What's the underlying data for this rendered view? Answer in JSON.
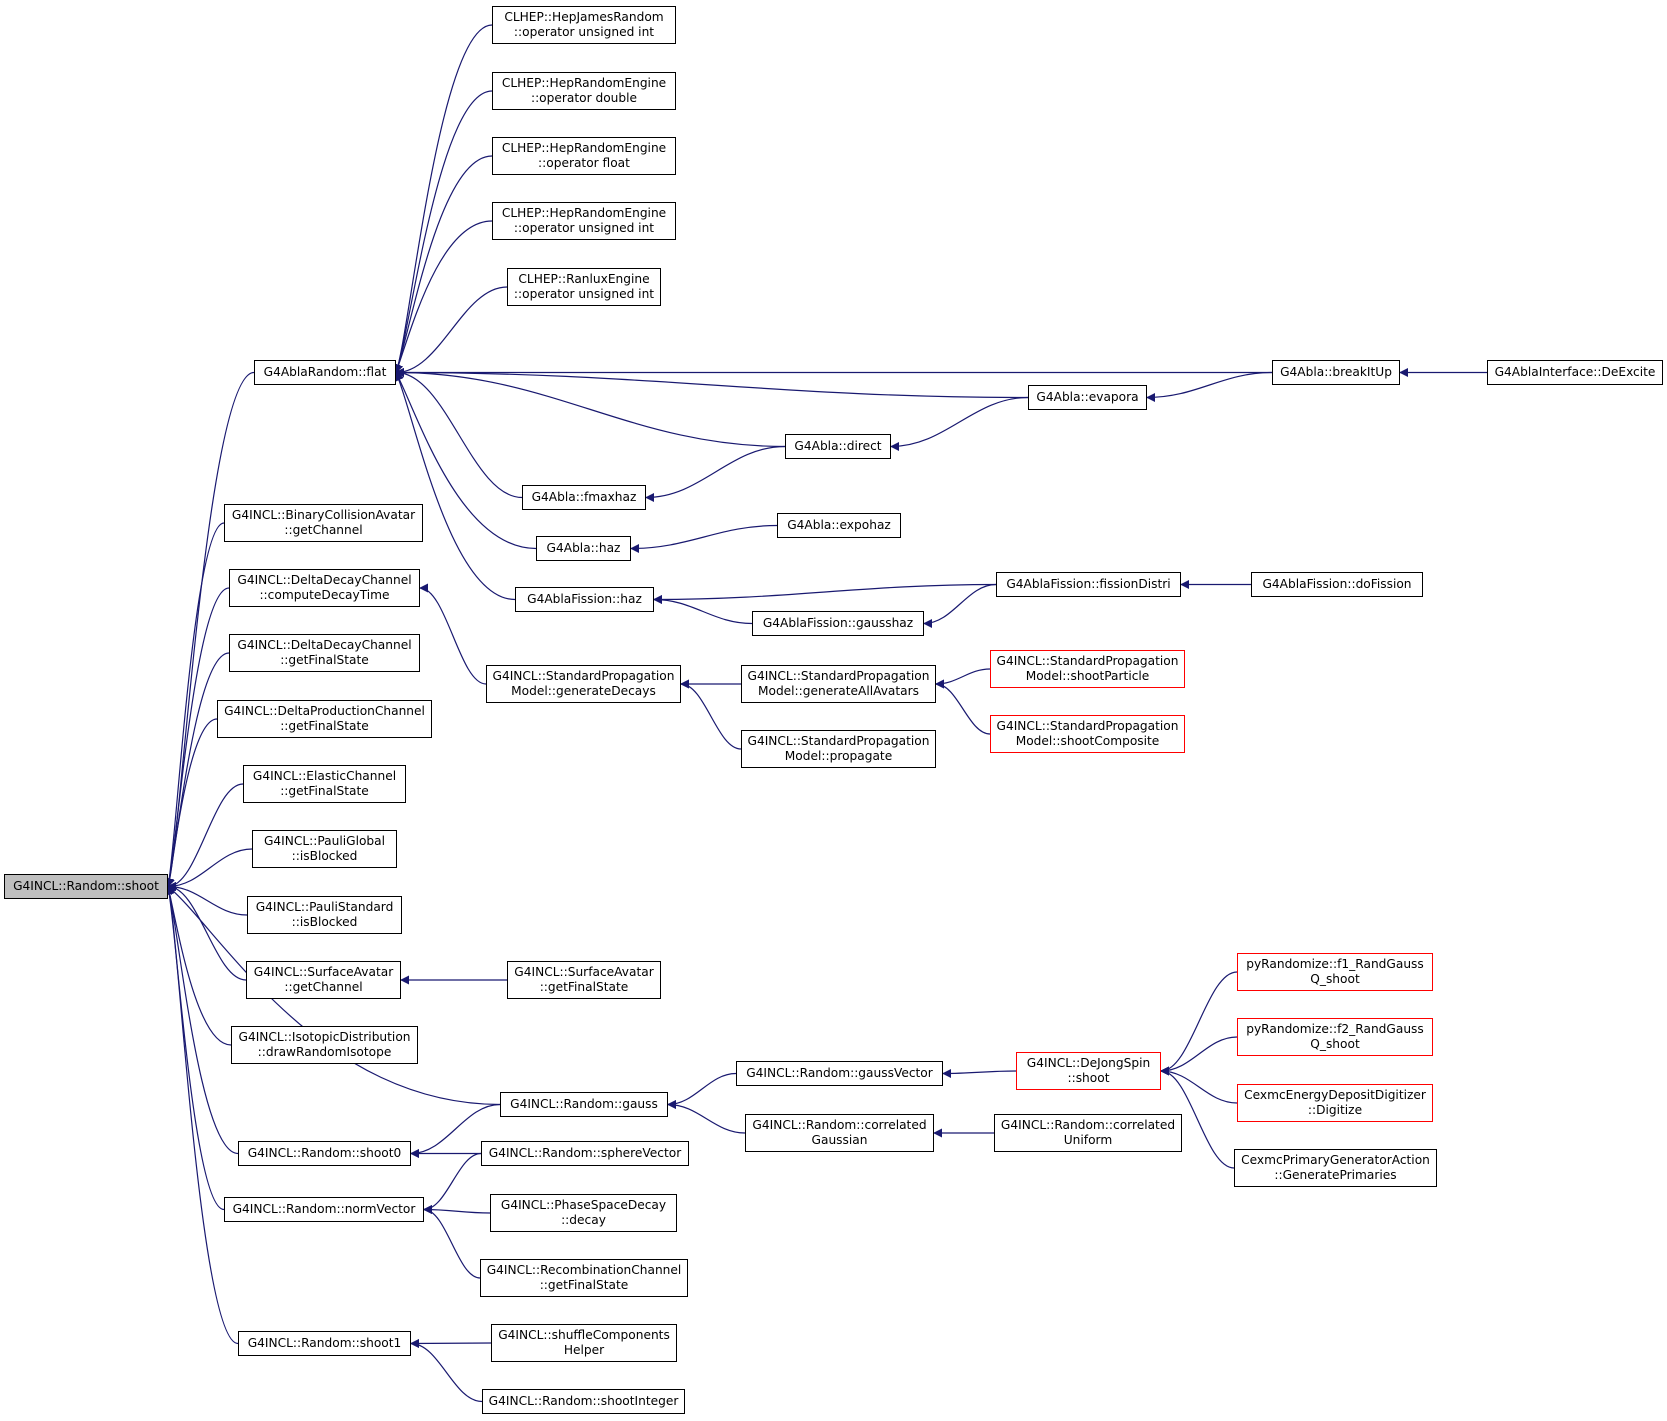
{
  "graph": {
    "edge_color": "#191970",
    "root_fill": "#bfbfbf",
    "truncated_border_color": "#ff0000",
    "nodes": [
      {
        "id": "root",
        "lines": [
          "G4INCL::Random::shoot"
        ]
      },
      {
        "id": "flat",
        "lines": [
          "G4AblaRandom::flat"
        ]
      },
      {
        "id": "hjr",
        "lines": [
          "CLHEP::HepJamesRandom",
          "::operator unsigned int"
        ]
      },
      {
        "id": "hre_d",
        "lines": [
          "CLHEP::HepRandomEngine",
          "::operator double"
        ]
      },
      {
        "id": "hre_f",
        "lines": [
          "CLHEP::HepRandomEngine",
          "::operator float"
        ]
      },
      {
        "id": "hre_u",
        "lines": [
          "CLHEP::HepRandomEngine",
          "::operator unsigned int"
        ]
      },
      {
        "id": "ranlux",
        "lines": [
          "CLHEP::RanluxEngine",
          "::operator unsigned int"
        ]
      },
      {
        "id": "breakitup",
        "lines": [
          "G4Abla::breakItUp"
        ]
      },
      {
        "id": "deexcite",
        "lines": [
          "G4AblaInterface::DeExcite"
        ]
      },
      {
        "id": "evapora",
        "lines": [
          "G4Abla::evapora"
        ]
      },
      {
        "id": "direct",
        "lines": [
          "G4Abla::direct"
        ]
      },
      {
        "id": "fmaxhaz",
        "lines": [
          "G4Abla::fmaxhaz"
        ]
      },
      {
        "id": "haz",
        "lines": [
          "G4Abla::haz"
        ]
      },
      {
        "id": "expohaz",
        "lines": [
          "G4Abla::expohaz"
        ]
      },
      {
        "id": "fishaz",
        "lines": [
          "G4AblaFission::haz"
        ]
      },
      {
        "id": "fisdistri",
        "lines": [
          "G4AblaFission::fissionDistri"
        ]
      },
      {
        "id": "dofission",
        "lines": [
          "G4AblaFission::doFission"
        ]
      },
      {
        "id": "gausshaz",
        "lines": [
          "G4AblaFission::gausshaz"
        ]
      },
      {
        "id": "bca",
        "lines": [
          "G4INCL::BinaryCollisionAvatar",
          "::getChannel"
        ]
      },
      {
        "id": "ddc_cdt",
        "lines": [
          "G4INCL::DeltaDecayChannel",
          "::computeDecayTime"
        ]
      },
      {
        "id": "ddc_gfs",
        "lines": [
          "G4INCL::DeltaDecayChannel",
          "::getFinalState"
        ]
      },
      {
        "id": "dpc",
        "lines": [
          "G4INCL::DeltaProductionChannel",
          "::getFinalState"
        ]
      },
      {
        "id": "elastic",
        "lines": [
          "G4INCL::ElasticChannel",
          "::getFinalState"
        ]
      },
      {
        "id": "pauliglobal",
        "lines": [
          "G4INCL::PauliGlobal",
          "::isBlocked"
        ]
      },
      {
        "id": "paulistd",
        "lines": [
          "G4INCL::PauliStandard",
          "::isBlocked"
        ]
      },
      {
        "id": "surf_gc",
        "lines": [
          "G4INCL::SurfaceAvatar",
          "::getChannel"
        ]
      },
      {
        "id": "surf_gfs",
        "lines": [
          "G4INCL::SurfaceAvatar",
          "::getFinalState"
        ]
      },
      {
        "id": "isotopic",
        "lines": [
          "G4INCL::IsotopicDistribution",
          "::drawRandomIsotope"
        ]
      },
      {
        "id": "spm_gd",
        "lines": [
          "G4INCL::StandardPropagation",
          "Model::generateDecays"
        ]
      },
      {
        "id": "spm_gaa",
        "lines": [
          "G4INCL::StandardPropagation",
          "Model::generateAllAvatars"
        ]
      },
      {
        "id": "spm_prop",
        "lines": [
          "G4INCL::StandardPropagation",
          "Model::propagate"
        ]
      },
      {
        "id": "spm_sp",
        "lines": [
          "G4INCL::StandardPropagation",
          "Model::shootParticle"
        ],
        "trunc": true
      },
      {
        "id": "spm_sc",
        "lines": [
          "G4INCL::StandardPropagation",
          "Model::shootComposite"
        ],
        "trunc": true
      },
      {
        "id": "gauss",
        "lines": [
          "G4INCL::Random::gauss"
        ]
      },
      {
        "id": "gaussvec",
        "lines": [
          "G4INCL::Random::gaussVector"
        ]
      },
      {
        "id": "corrgauss",
        "lines": [
          "G4INCL::Random::correlated",
          "Gaussian"
        ]
      },
      {
        "id": "corruni",
        "lines": [
          "G4INCL::Random::correlated",
          "Uniform"
        ]
      },
      {
        "id": "dejong",
        "lines": [
          "G4INCL::DeJongSpin",
          "::shoot"
        ],
        "trunc": true
      },
      {
        "id": "py1",
        "lines": [
          "pyRandomize::f1_RandGauss",
          "Q_shoot"
        ],
        "trunc": true
      },
      {
        "id": "py2",
        "lines": [
          "pyRandomize::f2_RandGauss",
          "Q_shoot"
        ],
        "trunc": true
      },
      {
        "id": "cexdig",
        "lines": [
          "CexmcEnergyDepositDigitizer",
          "::Digitize"
        ],
        "trunc": true
      },
      {
        "id": "cexprim",
        "lines": [
          "CexmcPrimaryGeneratorAction",
          "::GeneratePrimaries"
        ]
      },
      {
        "id": "shoot0",
        "lines": [
          "G4INCL::Random::shoot0"
        ]
      },
      {
        "id": "sphere",
        "lines": [
          "G4INCL::Random::sphereVector"
        ]
      },
      {
        "id": "normvec",
        "lines": [
          "G4INCL::Random::normVector"
        ]
      },
      {
        "id": "psd",
        "lines": [
          "G4INCL::PhaseSpaceDecay",
          "::decay"
        ]
      },
      {
        "id": "recomb",
        "lines": [
          "G4INCL::RecombinationChannel",
          "::getFinalState"
        ]
      },
      {
        "id": "shoot1",
        "lines": [
          "G4INCL::Random::shoot1"
        ]
      },
      {
        "id": "shuffle",
        "lines": [
          "G4INCL::shuffleComponents",
          "Helper"
        ]
      },
      {
        "id": "shootint",
        "lines": [
          "G4INCL::Random::shootInteger"
        ]
      }
    ],
    "edges": [
      [
        "flat",
        "root"
      ],
      [
        "bca",
        "root"
      ],
      [
        "ddc_cdt",
        "root"
      ],
      [
        "ddc_gfs",
        "root"
      ],
      [
        "dpc",
        "root"
      ],
      [
        "elastic",
        "root"
      ],
      [
        "pauliglobal",
        "root"
      ],
      [
        "paulistd",
        "root"
      ],
      [
        "surf_gc",
        "root"
      ],
      [
        "isotopic",
        "root"
      ],
      [
        "gauss",
        "root"
      ],
      [
        "shoot0",
        "root"
      ],
      [
        "normvec",
        "root"
      ],
      [
        "shoot1",
        "root"
      ],
      [
        "hjr",
        "flat"
      ],
      [
        "hre_d",
        "flat"
      ],
      [
        "hre_f",
        "flat"
      ],
      [
        "hre_u",
        "flat"
      ],
      [
        "ranlux",
        "flat"
      ],
      [
        "breakitup",
        "flat"
      ],
      [
        "evapora",
        "flat"
      ],
      [
        "direct",
        "flat"
      ],
      [
        "fmaxhaz",
        "flat"
      ],
      [
        "haz",
        "flat"
      ],
      [
        "fishaz",
        "flat"
      ],
      [
        "deexcite",
        "breakitup"
      ],
      [
        "breakitup",
        "evapora"
      ],
      [
        "evapora",
        "direct"
      ],
      [
        "direct",
        "fmaxhaz"
      ],
      [
        "expohaz",
        "haz"
      ],
      [
        "fisdistri",
        "fishaz"
      ],
      [
        "gausshaz",
        "fishaz"
      ],
      [
        "fisdistri",
        "gausshaz"
      ],
      [
        "dofission",
        "fisdistri"
      ],
      [
        "spm_gd",
        "ddc_cdt"
      ],
      [
        "spm_gaa",
        "spm_gd"
      ],
      [
        "spm_prop",
        "spm_gd"
      ],
      [
        "spm_sp",
        "spm_gaa"
      ],
      [
        "spm_sc",
        "spm_gaa"
      ],
      [
        "surf_gfs",
        "surf_gc"
      ],
      [
        "gaussvec",
        "gauss"
      ],
      [
        "corrgauss",
        "gauss"
      ],
      [
        "dejong",
        "gaussvec"
      ],
      [
        "corruni",
        "corrgauss"
      ],
      [
        "py1",
        "dejong"
      ],
      [
        "py2",
        "dejong"
      ],
      [
        "cexdig",
        "dejong"
      ],
      [
        "cexprim",
        "dejong"
      ],
      [
        "gauss",
        "shoot0"
      ],
      [
        "sphere",
        "shoot0"
      ],
      [
        "sphere",
        "normvec"
      ],
      [
        "psd",
        "normvec"
      ],
      [
        "recomb",
        "normvec"
      ],
      [
        "shuffle",
        "shoot1"
      ],
      [
        "shootint",
        "shoot1"
      ]
    ]
  }
}
